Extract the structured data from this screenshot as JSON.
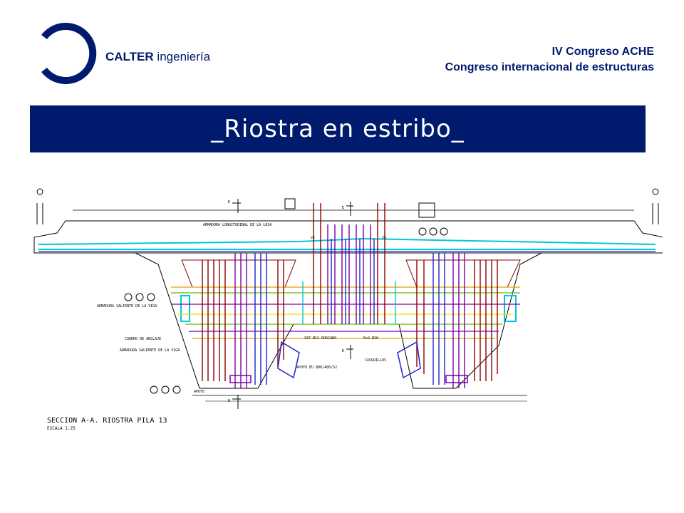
{
  "header": {
    "company_strong": "CALTER",
    "company_light": "ingeniería",
    "conference_line1": "IV Congreso ACHE",
    "conference_line2": "Congreso internacional de estructuras"
  },
  "banner": {
    "title": "_Riostra en estribo_"
  },
  "drawing": {
    "caption": "SECCION A-A. RIOSTRA PILA 13",
    "scale": "ESCALA 1:25",
    "labels": {
      "armadura_longitudinal": "ARMADURA LONGITUDINAL DE LA LOSA",
      "armadura_saliente_1": "ARMADURA SALIENTE DE LA VIGA",
      "armadura_saliente_2": "ARMADURA SALIENTE DE LA VIGA",
      "cuadro_anclaje": "CUADRO DE ANCLAJE",
      "apoyo_1": "APOYO EU 800/400/52",
      "apoyo_2": "APOYO",
      "casquillos": "CASQUILLOS",
      "bars_1": "347 Ø12 ROSCADO",
      "bars_2": "5x2 Ø16",
      "d_mark": "D",
      "e_mark_1": "E",
      "e_mark_2": "E",
      "d_mark_2": "D",
      "slope_1": "2%",
      "slope_2": "2%"
    }
  },
  "colors": {
    "brand_navy": "#001a6e",
    "rebar_red": "#8b0000",
    "rebar_purple": "#7a00a8",
    "rebar_blue": "#1c24c8",
    "rebar_cyan": "#00c8d8",
    "rebar_orange": "#e0a000",
    "rebar_green": "#6ab800",
    "rebar_yellow": "#e8e000"
  },
  "icons": {
    "logo": "calter-ring-logo"
  }
}
